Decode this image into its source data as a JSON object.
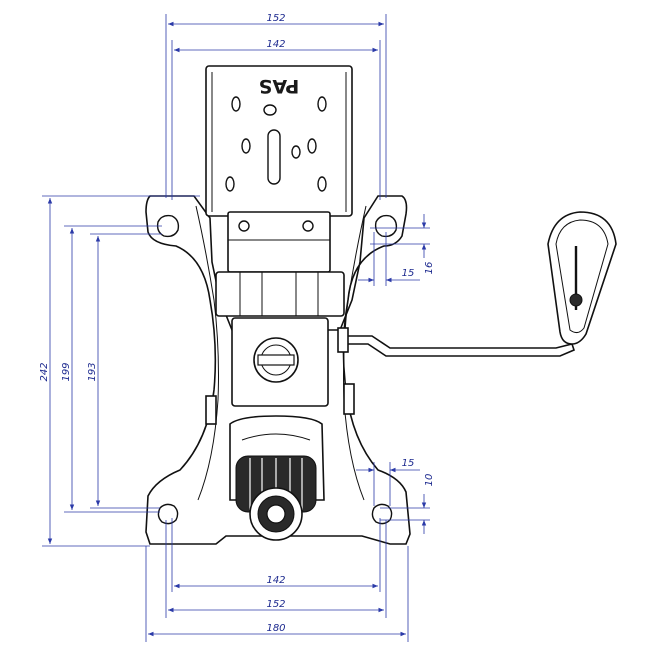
{
  "brand_label": "PAS",
  "dimensions": {
    "top_outer_width": "152",
    "top_inner_width": "142",
    "height_outer": "242",
    "height_mid": "199",
    "height_inner": "193",
    "upper_offset_h": "15",
    "upper_offset_v": "16",
    "lower_offset_h": "15",
    "lower_offset_v": "10",
    "bottom_inner_width": "142",
    "bottom_mid_width": "152",
    "bottom_outer_width": "180"
  },
  "colors": {
    "dimension_line": "#2b3aa8",
    "dimension_text": "#1d2a8f",
    "part_outline": "#111111"
  }
}
